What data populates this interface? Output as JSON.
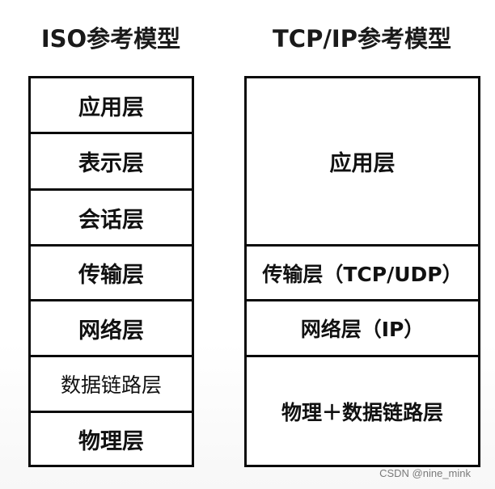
{
  "iso_model": {
    "title": "ISO参考模型",
    "layers": [
      {
        "label": "应用层"
      },
      {
        "label": "表示层"
      },
      {
        "label": "会话层"
      },
      {
        "label": "传输层"
      },
      {
        "label": "网络层"
      },
      {
        "label": "数据链路层"
      },
      {
        "label": "物理层"
      }
    ]
  },
  "tcpip_model": {
    "title": "TCP/IP参考模型",
    "layers": [
      {
        "label": "应用层"
      },
      {
        "label": "传输层（TCP/UDP）"
      },
      {
        "label": "网络层（IP）"
      },
      {
        "label": "物理＋数据链路层"
      }
    ]
  },
  "watermark": "CSDN @nine_mink",
  "colors": {
    "border": "#0a0a0a",
    "background": "#ffffff",
    "text": "#111111",
    "watermark": "#7a7a7a"
  }
}
